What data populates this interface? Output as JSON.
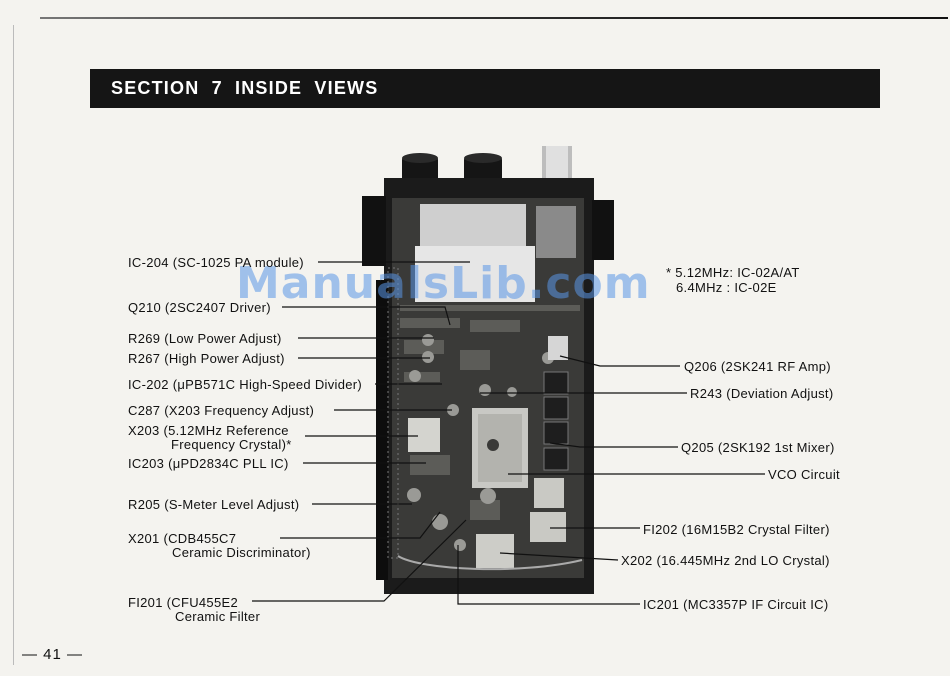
{
  "section_title": "SECTION 7 INSIDE VIEWS",
  "page_number": "— 41 —",
  "watermark": "ManualsLib.com",
  "note": {
    "line1": "* 5.12MHz: IC-02A/AT",
    "line2": "6.4MHz  : IC-02E"
  },
  "left_labels": [
    {
      "line1": "IC-204 (SC-1025 PA module)"
    },
    {
      "line1": "Q210 (2SC2407 Driver)"
    },
    {
      "line1": "R269 (Low Power Adjust)"
    },
    {
      "line1": "R267 (High Power Adjust)"
    },
    {
      "line1": "IC-202 (μPB571C High-Speed Divider)"
    },
    {
      "line1": "C287 (X203 Frequency Adjust)"
    },
    {
      "line1": "X203 (5.12MHz Reference",
      "line2": "Frequency Crystal)*"
    },
    {
      "line1": "IC203 (μPD2834C PLL IC)"
    },
    {
      "line1": "R205 (S-Meter Level Adjust)"
    },
    {
      "line1": "X201 (CDB455C7",
      "line2": "Ceramic Discriminator)"
    },
    {
      "line1": "FI201 (CFU455E2",
      "line2": "Ceramic Filter"
    }
  ],
  "right_labels": [
    {
      "line1": "Q206 (2SK241 RF Amp)"
    },
    {
      "line1": "R243 (Deviation Adjust)"
    },
    {
      "line1": "Q205 (2SK192 1st Mixer)"
    },
    {
      "line1": "VCO Circuit"
    },
    {
      "line1": "FI202 (16M15B2 Crystal Filter)"
    },
    {
      "line1": "X202 (16.445MHz 2nd LO Crystal)"
    },
    {
      "line1": "IC201 (MC3357P IF Circuit IC)"
    }
  ]
}
